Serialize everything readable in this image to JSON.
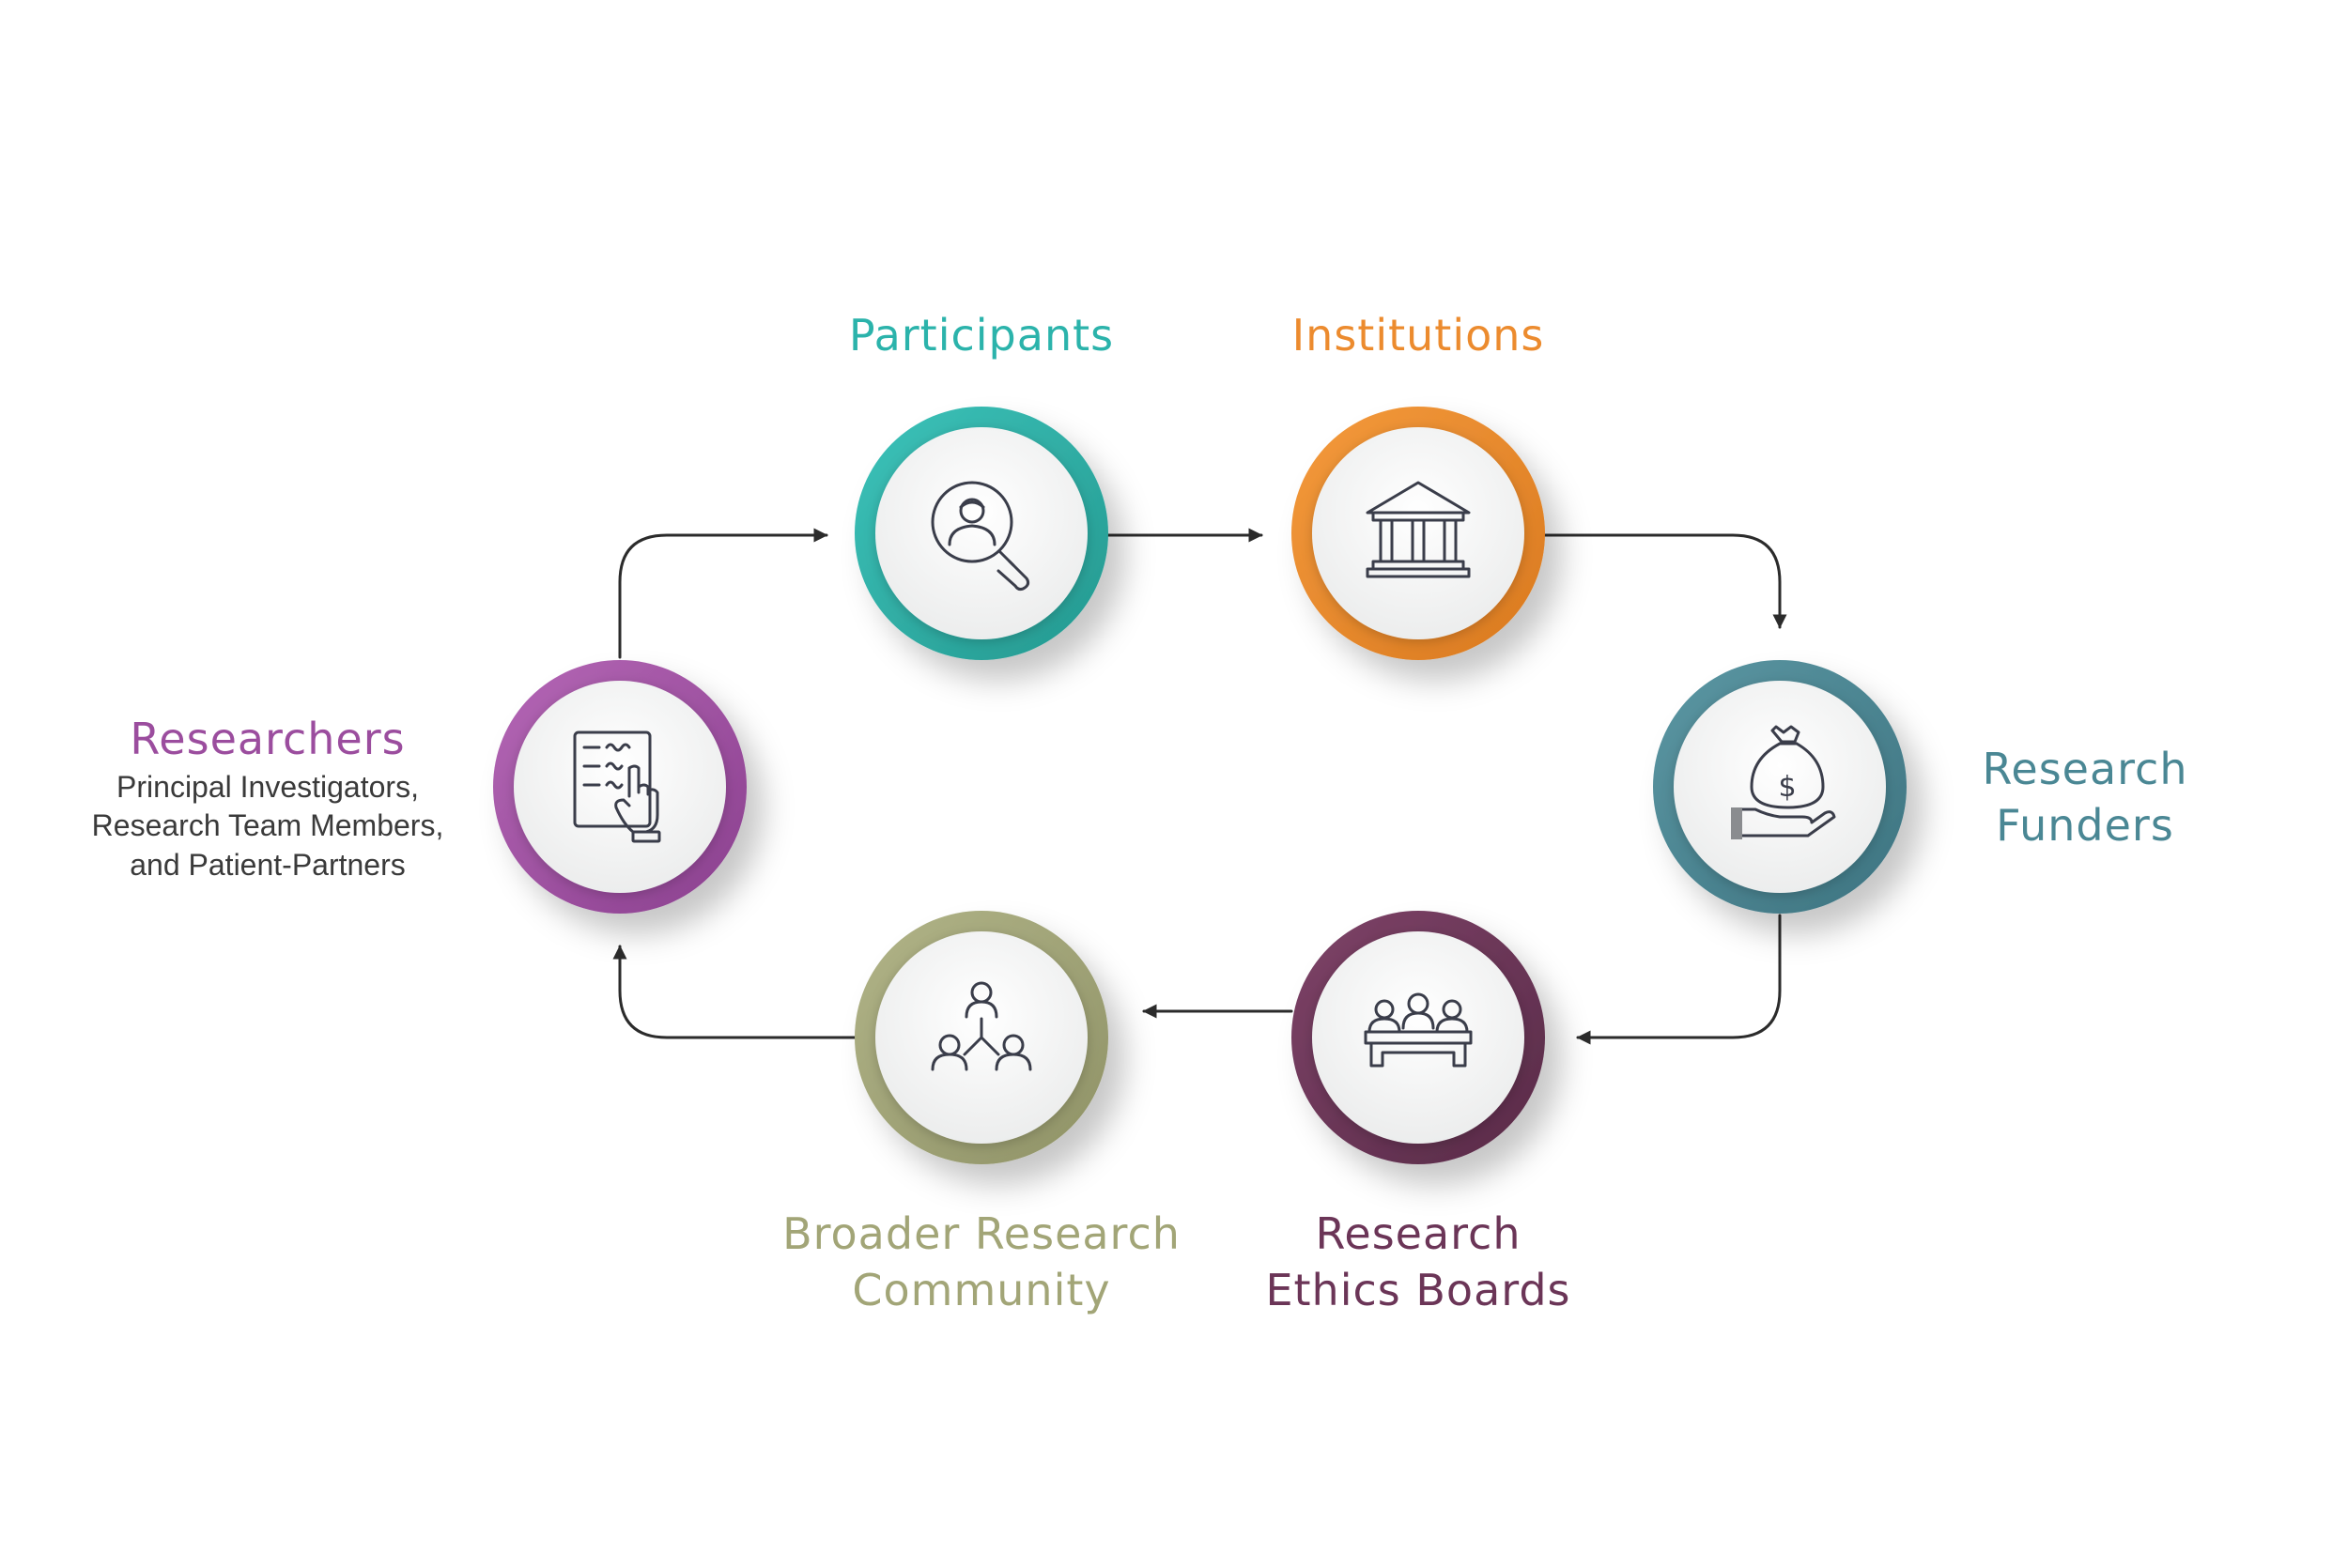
{
  "nodes": [
    {
      "id": "researchers",
      "title": "Researchers",
      "icon": "checklist-touch-icon",
      "color": "#9b4d9e",
      "subtitle": [
        "Principal Investigators,",
        "Research Team Members,",
        "and Patient-Partners"
      ]
    },
    {
      "id": "participants",
      "title": "Participants",
      "icon": "person-search-icon",
      "color": "#2bb3ab"
    },
    {
      "id": "institutions",
      "title": "Institutions",
      "icon": "institution-building-icon",
      "color": "#ec8b2e"
    },
    {
      "id": "funders",
      "title_lines": [
        "Research",
        "Funders"
      ],
      "icon": "money-bag-hand-icon",
      "color": "#4a8794"
    },
    {
      "id": "ethics",
      "title_lines": [
        "Research",
        "Ethics Boards"
      ],
      "icon": "board-meeting-icon",
      "color": "#6b3557"
    },
    {
      "id": "community",
      "title_lines": [
        "Broader Research",
        "Community"
      ],
      "icon": "team-hierarchy-icon",
      "color": "#a2a577"
    }
  ]
}
